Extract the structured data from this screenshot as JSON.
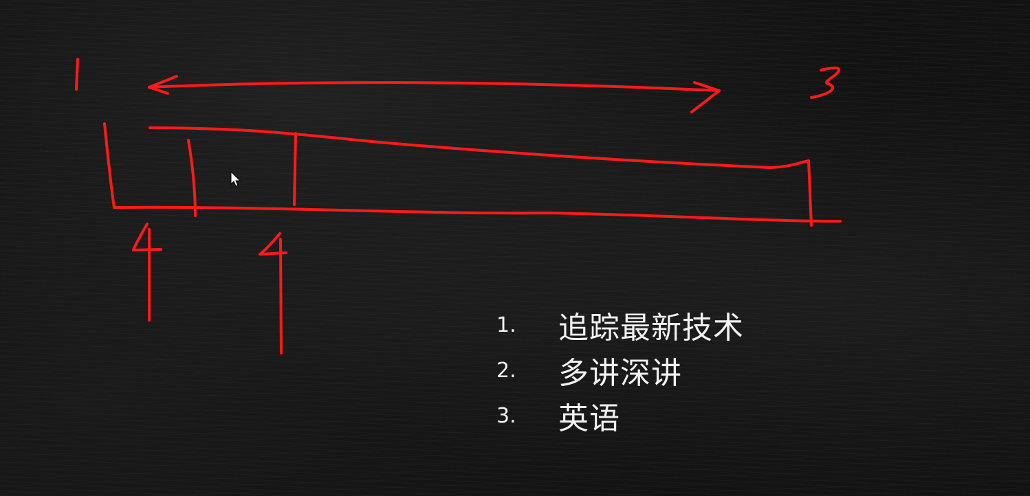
{
  "colors": {
    "background": "#121212",
    "ink": "#ff1a1a",
    "text": "#f2f2f2"
  },
  "drawing": {
    "marks": [
      "1",
      "3",
      "4",
      "4"
    ]
  },
  "list": {
    "items": [
      {
        "number": "1.",
        "text": "追踪最新技术"
      },
      {
        "number": "2.",
        "text": "多讲深讲"
      },
      {
        "number": "3.",
        "text": "英语"
      }
    ]
  },
  "cursor_icon": "arrow-pointer-icon"
}
